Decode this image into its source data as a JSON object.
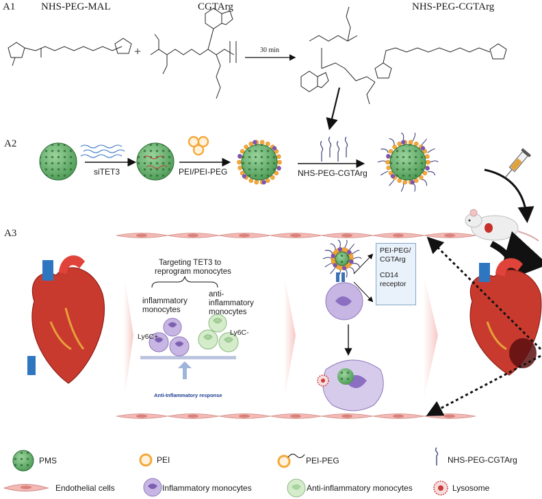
{
  "sections": {
    "a1": "A1",
    "a2": "A2",
    "a3": "A3"
  },
  "a1": {
    "reactant1": "NHS-PEG-MAL",
    "plus": "+",
    "reactant2": "CGTArg",
    "product": "NHS-PEG-CGTArg",
    "condition": "30 min"
  },
  "a2": {
    "step1": "siTET3",
    "step2": "PEI/PEI-PEG",
    "step3": "NHS-PEG-CGTArg"
  },
  "a3": {
    "title_line1": "Targeting TET3 to",
    "title_line2": "reprogram monocytes",
    "inflammatory_line1": "inflammatory",
    "inflammatory_line2": "monocytes",
    "anti_line1": "anti-",
    "anti_line2": "inflammatory",
    "anti_line3": "monocytes",
    "ly6c_pos": "Ly6C+",
    "ly6c_neg": "Ly6C-",
    "response": "Anti-Inflammatory response",
    "box_line1": "PEI-PEG/",
    "box_line2": "CGTArg",
    "box_line3": "CD14",
    "box_line4": "receptor"
  },
  "legend": [
    {
      "label": "PMS",
      "icon": "pms-sphere-icon"
    },
    {
      "label": "PEI",
      "icon": "pei-ring-icon"
    },
    {
      "label": "PEI-PEG",
      "icon": "pei-peg-icon"
    },
    {
      "label": "NHS-PEG-CGTArg",
      "icon": "nhs-peg-cgtarg-icon"
    },
    {
      "label": "Endothelial cells",
      "icon": "endothelial-cell-icon"
    },
    {
      "label": "Inflammatory monocytes",
      "icon": "inflammatory-monocyte-icon"
    },
    {
      "label": "Anti-inflammatory monocytes",
      "icon": "anti-inflammatory-monocyte-icon"
    },
    {
      "label": "Lysosome",
      "icon": "lysosome-icon"
    }
  ],
  "colors": {
    "pms": "#5aa561",
    "pms_dot": "#2e6b35",
    "pei": "#f4a83a",
    "peg_dot": "#7b55b0",
    "peg_chain": "#3a3f7a",
    "endothelial": "#f2b9b5",
    "endothelial_nucleus": "#d9807a",
    "inflammatory": "#b7a3d6",
    "anti_inflammatory": "#c8e6c0",
    "heart_red": "#c62f2a",
    "heart_blue": "#2f76c1",
    "box_bg": "#e9f1fa",
    "box_border": "#7fa6c9",
    "response_text": "#1d3d8f"
  }
}
